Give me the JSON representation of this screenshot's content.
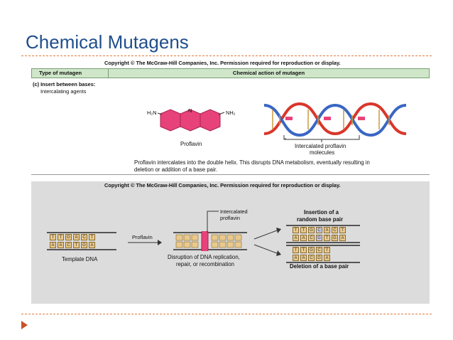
{
  "slide": {
    "title": "Chemical Mutagens"
  },
  "figure": {
    "copyright": "Copyright © The McGraw-Hill Companies, Inc. Permission required for reproduction or display.",
    "table_header": {
      "col1": "Type of mutagen",
      "col2": "Chemical action of mutagen"
    },
    "row": {
      "label": "(c) Insert between bases:",
      "sublabel": "Intercalating agents",
      "mol_label_h2n": "H₂N",
      "mol_label_n": "N",
      "mol_label_nh2": "NH₂",
      "proflavin_caption": "Proflavin",
      "helix_caption_1": "Intercalated proflavin",
      "helix_caption_2": "molecules",
      "description_1": "Proflavin intercalates into the double helix. This disrupts DNA metabolism, eventually resulting in",
      "description_2": "deletion or addition of a base pair."
    },
    "diagram": {
      "template_label": "Template DNA",
      "arrow_label": "Proflavin",
      "intercalated_label_1": "Intercalated",
      "intercalated_label_2": "proflavin",
      "disruption_1": "Disruption of DNA replication,",
      "disruption_2": "repair, or recombination",
      "insertion_1": "Insertion of a",
      "insertion_2": "random base pair",
      "deletion": "Deletion of a base pair",
      "template_top": [
        "T",
        "T",
        "G",
        "A",
        "C",
        "T"
      ],
      "template_bottom": [
        "A",
        "A",
        "C",
        "T",
        "G",
        "A"
      ],
      "insert_top": [
        "T",
        "T",
        "G",
        "C",
        "A",
        "C",
        "T"
      ],
      "insert_bottom": [
        "A",
        "A",
        "C",
        "G",
        "T",
        "G",
        "A"
      ],
      "delete_top": [
        "T",
        "T",
        "G",
        "C",
        "T"
      ],
      "delete_bottom": [
        "A",
        "A",
        "C",
        "G",
        "A"
      ]
    }
  },
  "colors": {
    "title": "#1f4e8c",
    "dash": "#e07a3a",
    "header_bg": "#cfe6c9",
    "proflavin": "#e8427a",
    "base_fill": "#e9c98c",
    "helix_red": "#d9362b",
    "helix_blue": "#3a66c4"
  }
}
